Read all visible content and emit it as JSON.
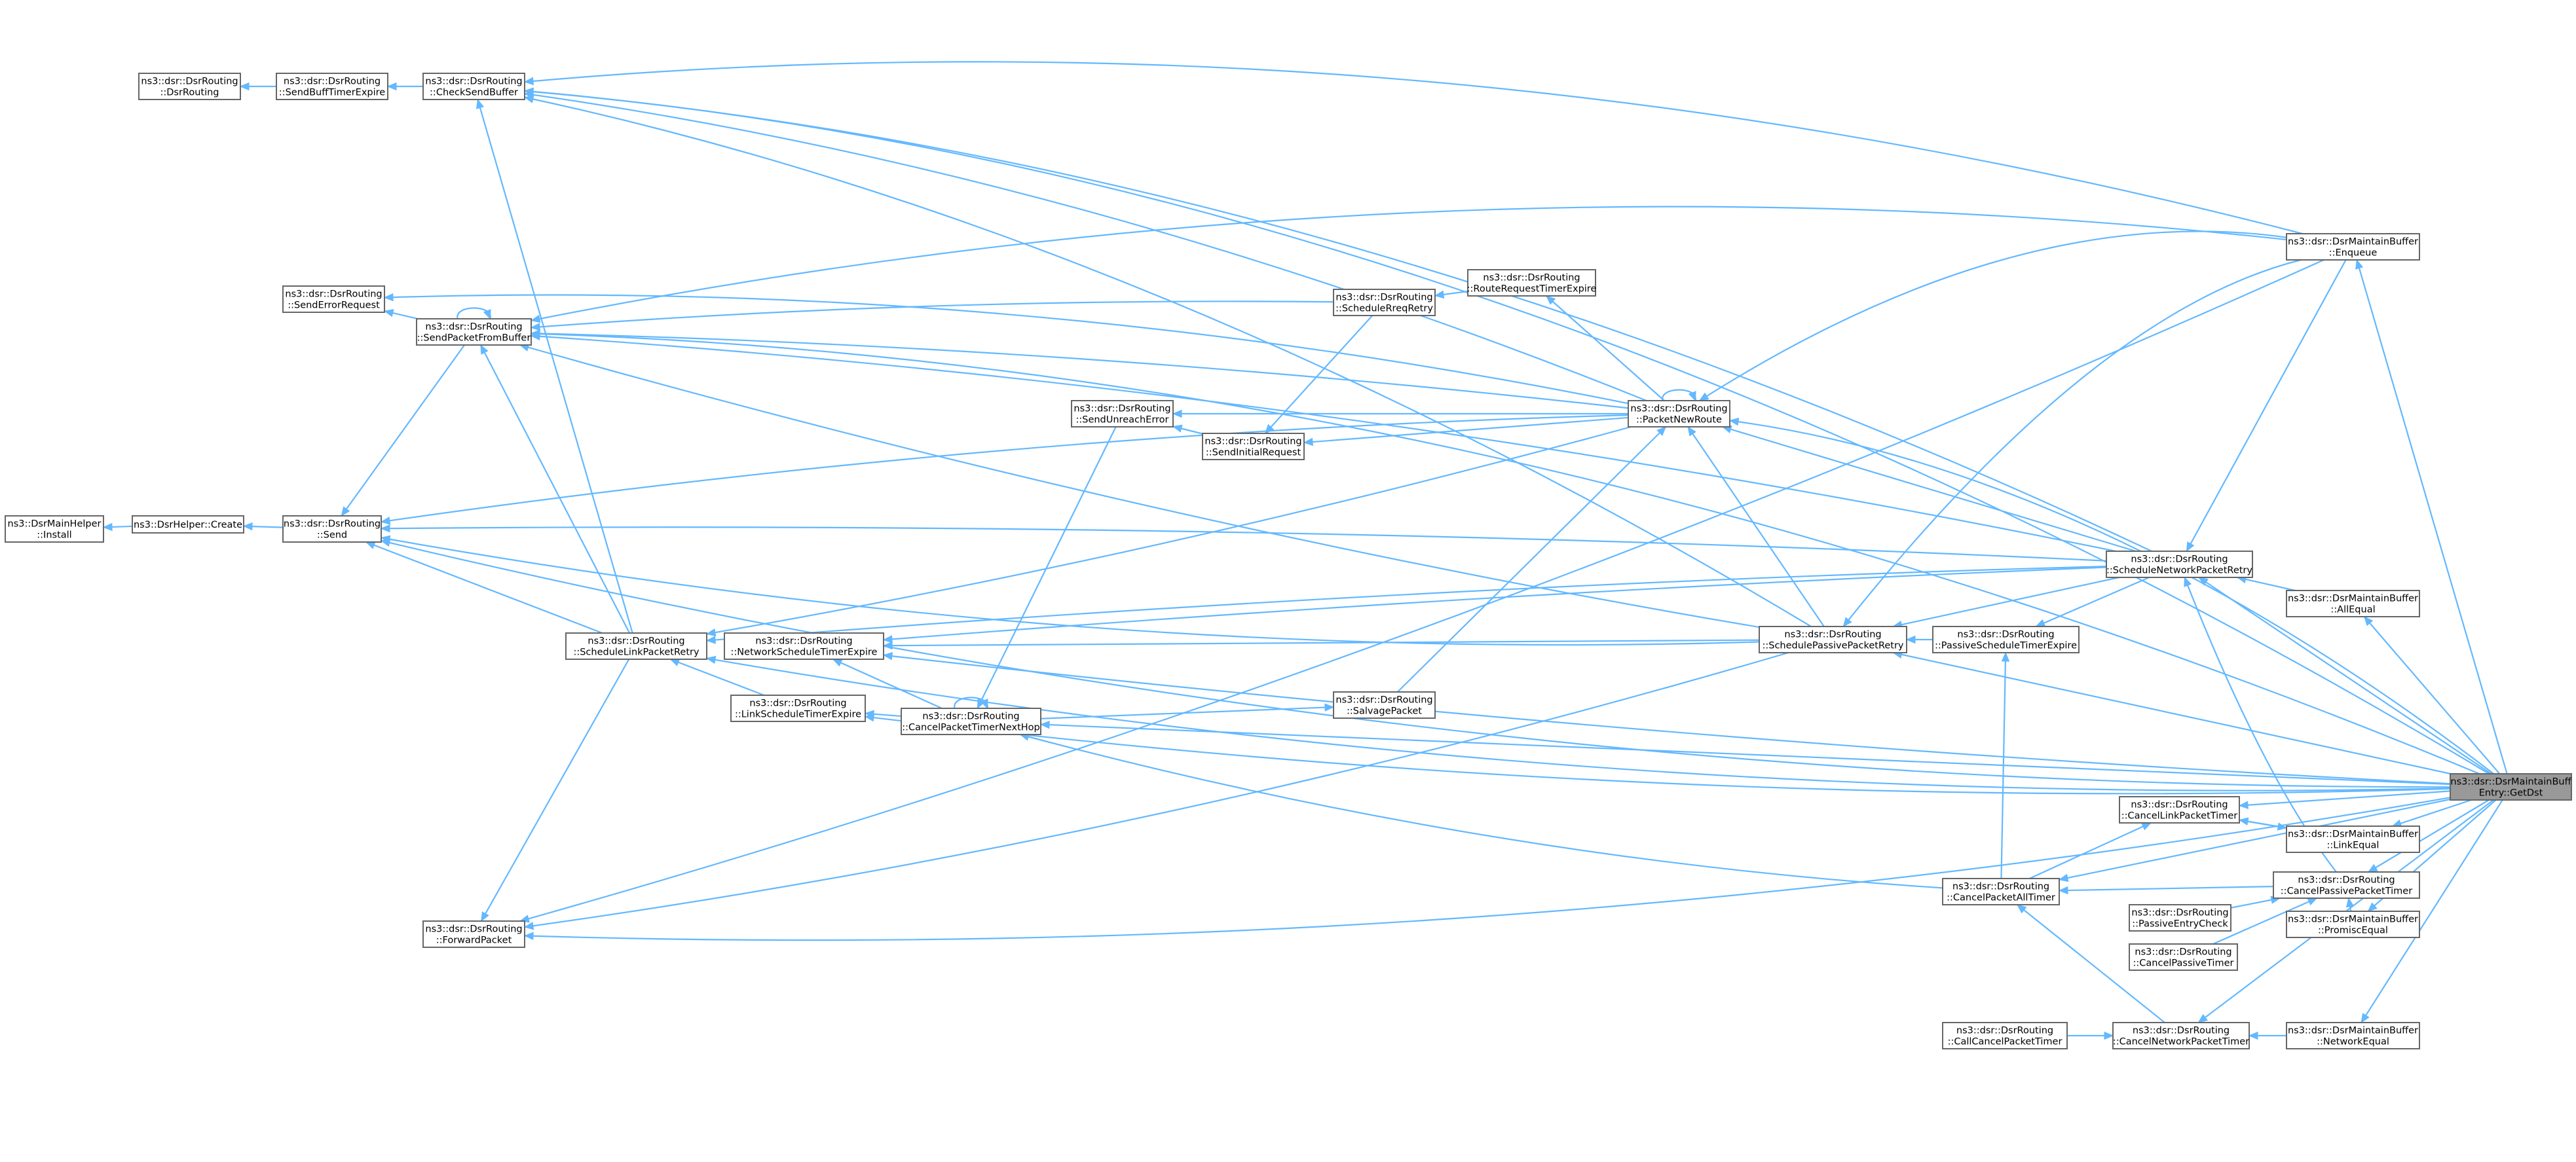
{
  "diagram": {
    "background": "#ffffff",
    "edge_color": "#63b8ff",
    "node_border": "#666666",
    "root_fill": "#999999",
    "nodes": {
      "Install": [
        "ns3::DsrMainHelper",
        "::Install"
      ],
      "Create": [
        "ns3::DsrHelper::Create"
      ],
      "Send": [
        "ns3::dsr::DsrRouting",
        "::Send"
      ],
      "DsrRoutingCtor": [
        "ns3::dsr::DsrRouting",
        "::DsrRouting"
      ],
      "SendBuffTimerExpire": [
        "ns3::dsr::DsrRouting",
        "::SendBuffTimerExpire"
      ],
      "CheckSendBuffer": [
        "ns3::dsr::DsrRouting",
        "::CheckSendBuffer"
      ],
      "SendErrorRequest": [
        "ns3::dsr::DsrRouting",
        "::SendErrorRequest"
      ],
      "SendPacketFromBuffer": [
        "ns3::dsr::DsrRouting",
        "::SendPacketFromBuffer"
      ],
      "ScheduleLinkPacketRetry": [
        "ns3::dsr::DsrRouting",
        "::ScheduleLinkPacketRetry"
      ],
      "ForwardPacket": [
        "ns3::dsr::DsrRouting",
        "::ForwardPacket"
      ],
      "NetworkScheduleTimerExpire": [
        "ns3::dsr::DsrRouting",
        "::NetworkScheduleTimerExpire"
      ],
      "LinkScheduleTimerExpire": [
        "ns3::dsr::DsrRouting",
        "::LinkScheduleTimerExpire"
      ],
      "CancelPacketTimerNextHop": [
        "ns3::dsr::DsrRouting",
        "::CancelPacketTimerNextHop"
      ],
      "SendUnreachError": [
        "ns3::dsr::DsrRouting",
        "::SendUnreachError"
      ],
      "SendInitialRequest": [
        "ns3::dsr::DsrRouting",
        "::SendInitialRequest"
      ],
      "ScheduleRreqRetry": [
        "ns3::dsr::DsrRouting",
        "::ScheduleRreqRetry"
      ],
      "RouteRequestTimerExpire": [
        "ns3::dsr::DsrRouting",
        "::RouteRequestTimerExpire"
      ],
      "SalvagePacket": [
        "ns3::dsr::DsrRouting",
        "::SalvagePacket"
      ],
      "PacketNewRoute": [
        "ns3::dsr::DsrRouting",
        "::PacketNewRoute"
      ],
      "SchedulePassivePacketRetry": [
        "ns3::dsr::DsrRouting",
        "::SchedulePassivePacketRetry"
      ],
      "PassiveScheduleTimerExpire": [
        "ns3::dsr::DsrRouting",
        "::PassiveScheduleTimerExpire"
      ],
      "ScheduleNetworkPacketRetry": [
        "ns3::dsr::DsrRouting",
        "::ScheduleNetworkPacketRetry"
      ],
      "CancelPacketAllTimer": [
        "ns3::dsr::DsrRouting",
        "::CancelPacketAllTimer"
      ],
      "CallCancelPacketTimer": [
        "ns3::dsr::DsrRouting",
        "::CallCancelPacketTimer"
      ],
      "CancelLinkPacketTimer": [
        "ns3::dsr::DsrRouting",
        "::CancelLinkPacketTimer"
      ],
      "PassiveEntryCheck": [
        "ns3::dsr::DsrRouting",
        "::PassiveEntryCheck"
      ],
      "CancelPassiveTimer": [
        "ns3::dsr::DsrRouting",
        "::CancelPassiveTimer"
      ],
      "CancelNetworkPacketTimer": [
        "ns3::dsr::DsrRouting",
        "::CancelNetworkPacketTimer"
      ],
      "Enqueue": [
        "ns3::dsr::DsrMaintainBuffer",
        "::Enqueue"
      ],
      "AllEqual": [
        "ns3::dsr::DsrMaintainBuffer",
        "::AllEqual"
      ],
      "LinkEqual": [
        "ns3::dsr::DsrMaintainBuffer",
        "::LinkEqual"
      ],
      "CancelPassivePacketTimer": [
        "ns3::dsr::DsrRouting",
        "::CancelPassivePacketTimer"
      ],
      "PromiscEqual": [
        "ns3::dsr::DsrMaintainBuffer",
        "::PromiscEqual"
      ],
      "NetworkEqual": [
        "ns3::dsr::DsrMaintainBuffer",
        "::NetworkEqual"
      ],
      "GetDst": [
        "ns3::dsr::DsrMaintainBuff",
        "Entry::GetDst"
      ]
    }
  }
}
